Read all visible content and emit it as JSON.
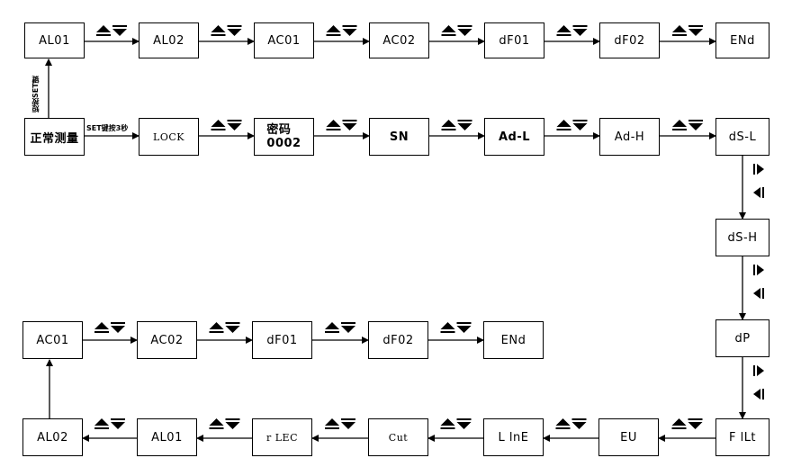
{
  "boxes": {
    "al01_top": "AL01",
    "al02_top": "AL02",
    "ac01_top": "AC01",
    "ac02_top": "AC02",
    "df01_top": "dF01",
    "df02_top": "dF02",
    "end_top": "ENd",
    "normal": "正常测量",
    "lock": "LOCK",
    "pwd_line1": "密码",
    "pwd_line2": "0002",
    "sn": "SN",
    "adl": "Ad-L",
    "adh": "Ad-H",
    "dsl": "dS-L",
    "dsh": "dS-H",
    "dp": "dP",
    "filt": "F lLt",
    "eu": "EU",
    "line": "L lnE",
    "cut": "Cut",
    "rlec": "r LEC",
    "al01_bot": "AL01",
    "al02_bot": "AL02",
    "ac01_mid": "AC01",
    "ac02_mid": "AC02",
    "df01_mid": "dF01",
    "df02_mid": "dF02",
    "end_mid": "ENd"
  },
  "labels": {
    "set_hold": "SET键按3秒",
    "short_set": "短按SET键"
  },
  "icons": {
    "updown": "up-down-key-icon",
    "leftright": "left-right-key-icon"
  }
}
